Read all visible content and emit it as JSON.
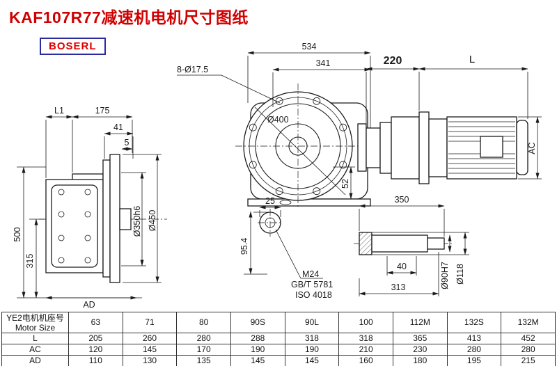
{
  "page": {
    "title": "KAF107R77减速机电机尺寸图纸",
    "brand": "BOSERL"
  },
  "colors": {
    "title": "#d10000",
    "brand_text": "#e00000",
    "brand_border": "#2b2ba0",
    "line": "#1a1a1a"
  },
  "labels": {
    "left": {
      "L1": "L1",
      "d175": "175",
      "d41": "41",
      "d5": "5",
      "d500": "500",
      "d315": "315",
      "AD": "AD",
      "d350h6": "Ø350h6",
      "d450": "Ø450"
    },
    "front": {
      "d534": "534",
      "d341": "341",
      "bolts": "8-Ø17.5",
      "d400": "Ø400",
      "d52": "52",
      "d25": "25",
      "d95_4": "95.4",
      "m24": "M24",
      "gbt": "GB/T 5781",
      "iso": "ISO 4018"
    },
    "motor": {
      "d220": "220",
      "L": "L",
      "AC": "AC"
    },
    "shaft": {
      "d350": "350",
      "d40": "40",
      "d313": "313",
      "d90h7": "Ø90H7",
      "d118": "Ø118"
    }
  },
  "table": {
    "col0_line1": "YE2电机机座号",
    "col0_line2": "Motor Size",
    "sizes": [
      "63",
      "71",
      "80",
      "90S",
      "90L",
      "100",
      "112M",
      "132S",
      "132M"
    ],
    "rows": [
      {
        "label": "L",
        "values": [
          "205",
          "260",
          "280",
          "288",
          "318",
          "318",
          "365",
          "413",
          "452"
        ]
      },
      {
        "label": "AC",
        "values": [
          "120",
          "145",
          "170",
          "190",
          "190",
          "210",
          "230",
          "280",
          "280"
        ]
      },
      {
        "label": "AD",
        "values": [
          "110",
          "130",
          "135",
          "145",
          "145",
          "160",
          "180",
          "195",
          "215"
        ]
      }
    ]
  }
}
